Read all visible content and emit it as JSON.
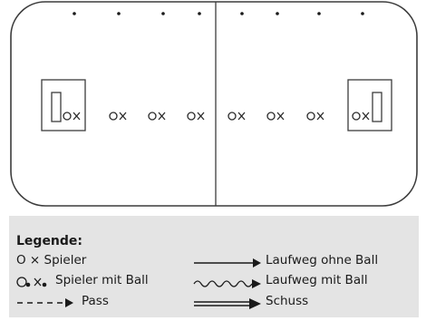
{
  "field": {
    "rink_color": "#3c3c3c",
    "player_symbol_o": "O",
    "player_symbol_x": "×"
  },
  "legend": {
    "title": "Legende:",
    "player": "O × Spieler",
    "player_with_ball": "Spieler mit Ball",
    "pass": "Pass",
    "run_without_ball": "Laufweg ohne Ball",
    "run_with_ball": "Laufweg mit Ball",
    "shot": "Schuss",
    "background": "#e4e4e4"
  }
}
